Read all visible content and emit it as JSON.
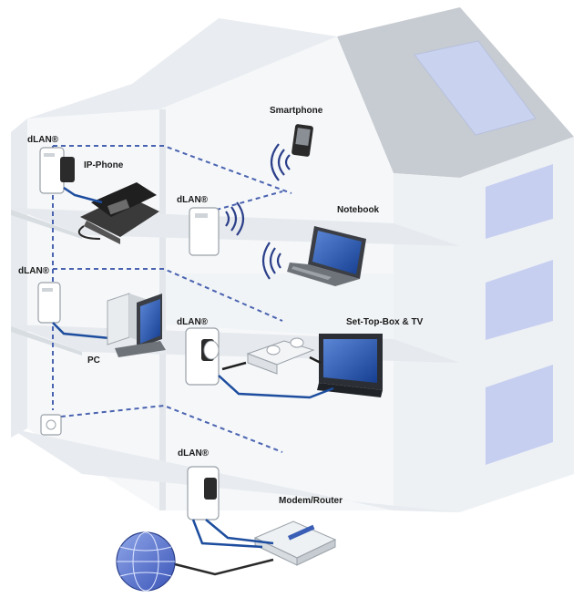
{
  "labels": {
    "dlan_ground": "dLAN®",
    "dlan_upper_left": "dLAN®",
    "dlan_upper_center": "dLAN®",
    "dlan_middle_left": "dLAN®",
    "dlan_middle_center": "dLAN®",
    "ip_phone": "IP-Phone",
    "smartphone": "Smartphone",
    "notebook": "Notebook",
    "pc": "PC",
    "set_top_box_tv": "Set-Top-Box & TV",
    "modem_router": "Modem/Router"
  },
  "colors": {
    "wall": "#f4f6f8",
    "wall_shadow": "#e2e6ea",
    "roof": "#c9ced4",
    "window": "#c9d2ef",
    "dashed_link": "#4a63b0",
    "cable_blue": "#1d4d9e",
    "screen_blue": "#1f4fa8"
  }
}
